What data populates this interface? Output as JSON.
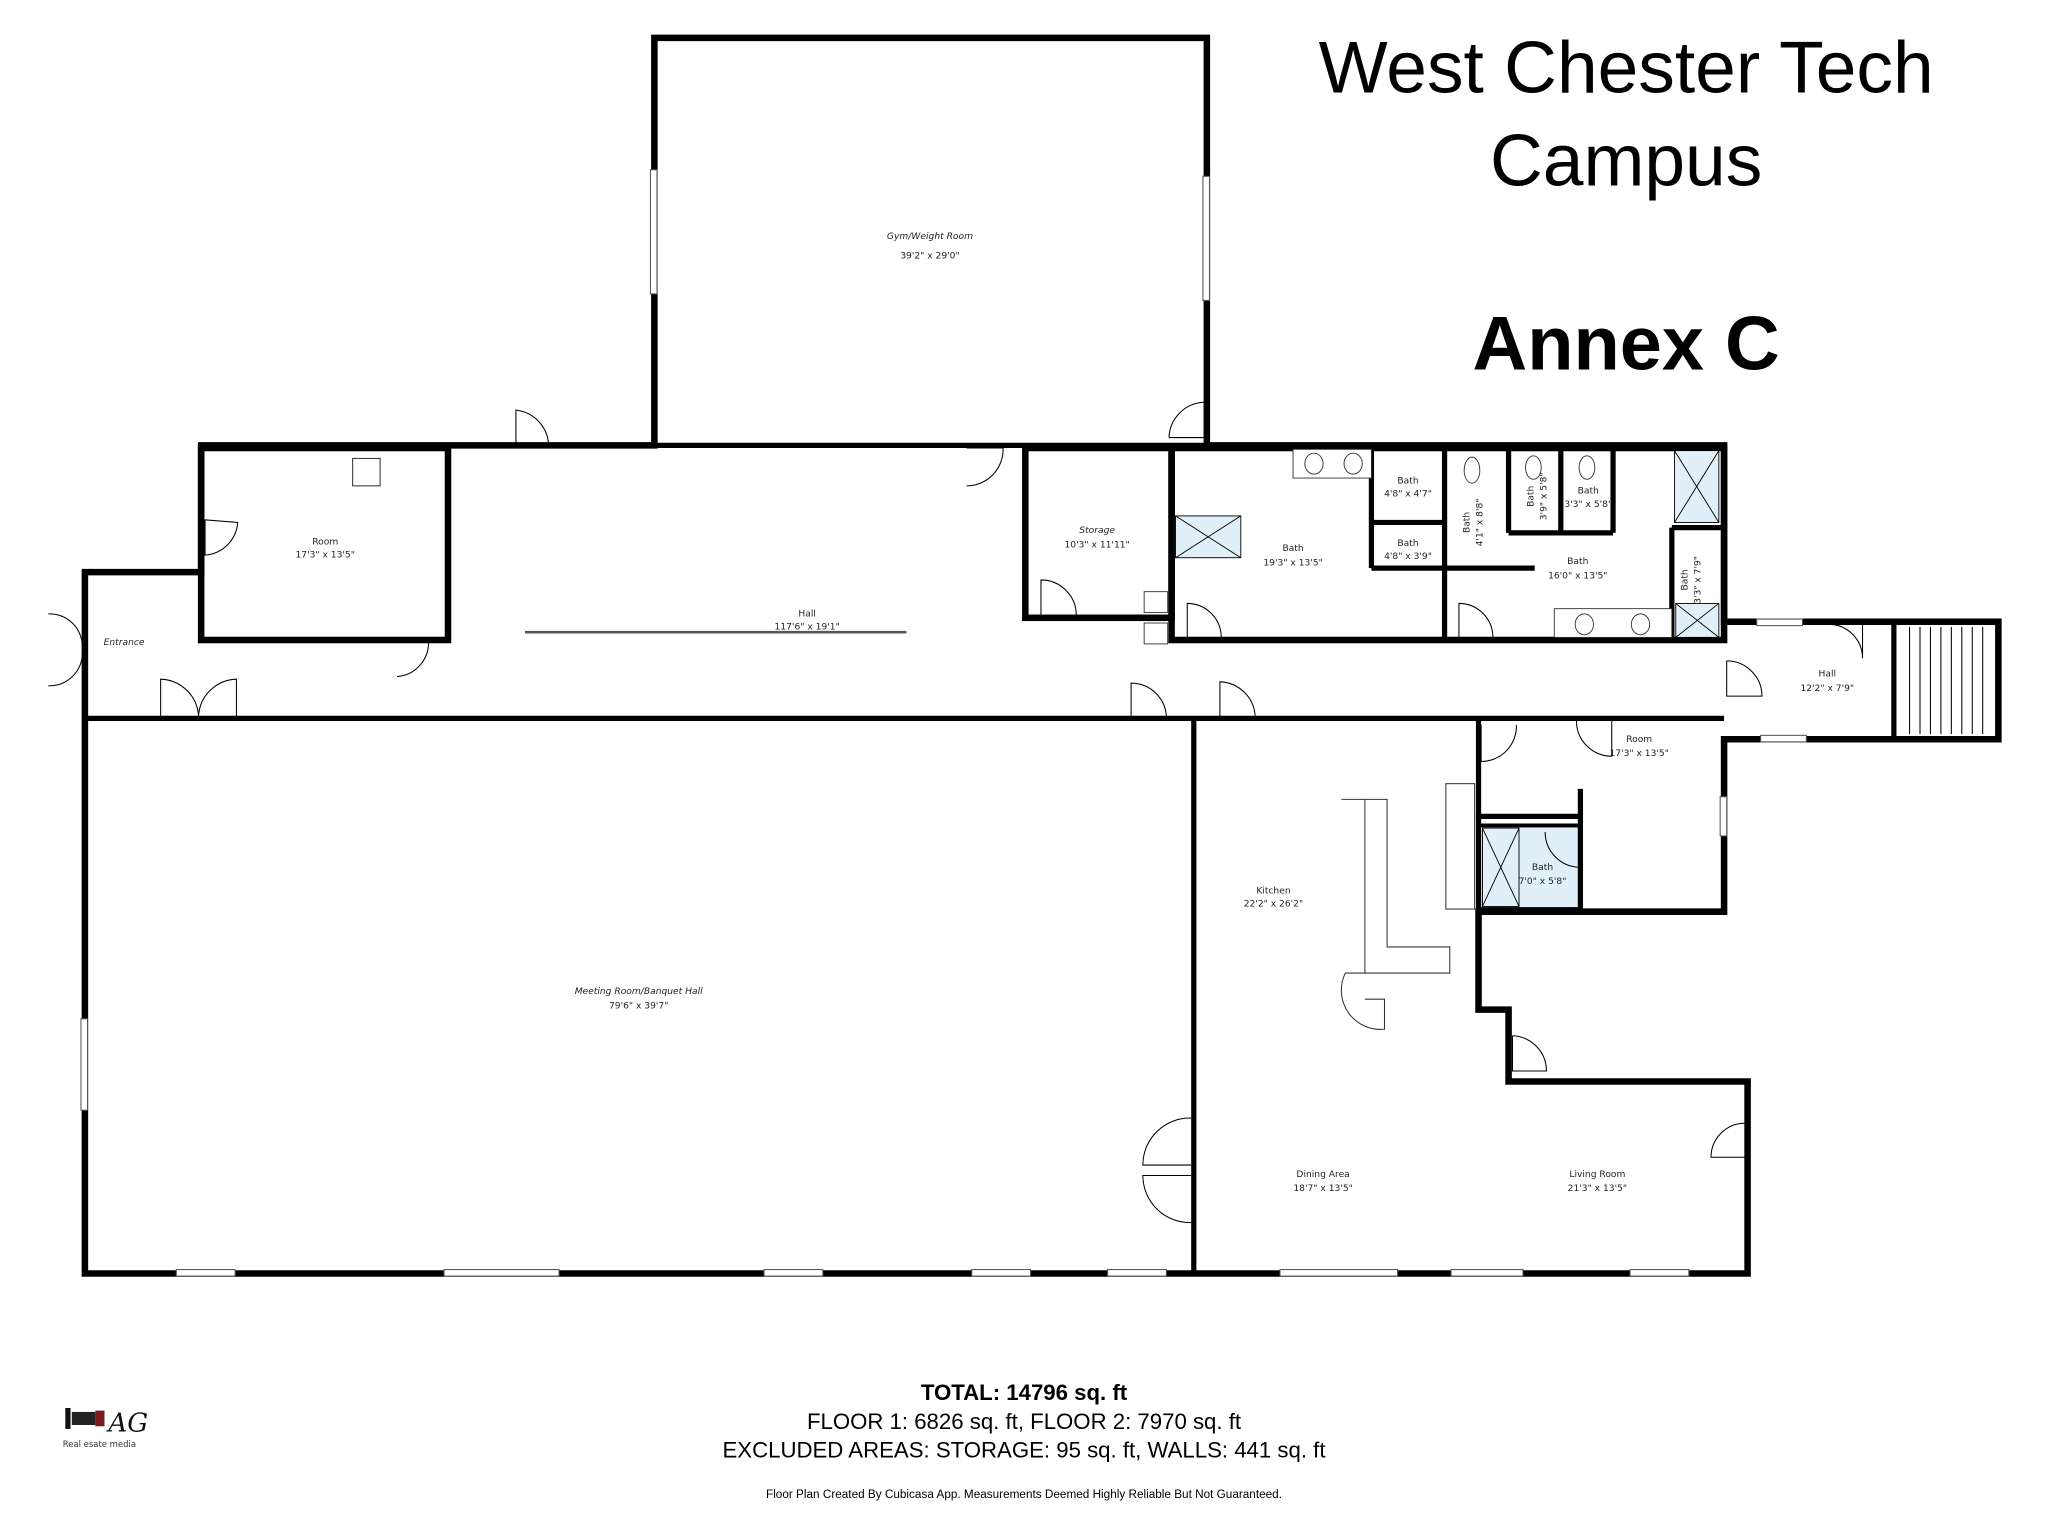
{
  "title": {
    "line1": "West Chester Tech",
    "line2": "Campus",
    "annex": "Annex C"
  },
  "colors": {
    "floor": "#efefef",
    "bath": "#e1f0f8",
    "wall": "#000000"
  },
  "rooms": {
    "gym": {
      "name": "Gym/Weight Room",
      "dims": "39'2\" x 29'0\""
    },
    "room_left": {
      "name": "Room",
      "dims": "17'3\" x 13'5\""
    },
    "entrance": {
      "name": "Entrance"
    },
    "hall": {
      "name": "Hall",
      "dims": "117'6\" x 19'1\""
    },
    "storage": {
      "name": "Storage",
      "dims": "10'3\" x 11'11\""
    },
    "bath_a": {
      "name": "Bath",
      "dims": "19'3\" x 13'5\""
    },
    "bath_b": {
      "name": "Bath",
      "dims": "4'8\" x 4'7\""
    },
    "bath_c": {
      "name": "Bath",
      "dims": "4'8\" x 3'9\""
    },
    "bath_d": {
      "name": "Bath",
      "dims": "4'1\" x 8'8\""
    },
    "bath_e": {
      "name": "Bath",
      "dims": "3'9\" x 5'8\""
    },
    "bath_f": {
      "name": "Bath",
      "dims": "3'3\" x 5'8\""
    },
    "bath_g": {
      "name": "Bath",
      "dims": "16'0\" x 13'5\""
    },
    "bath_h": {
      "name": "Bath",
      "dims": "3'3\" x 7'9\""
    },
    "hall_right": {
      "name": "Hall",
      "dims": "12'2\" x 7'9\""
    },
    "room_right": {
      "name": "Room",
      "dims": "17'3\" x 13'5\""
    },
    "bath_small": {
      "name": "Bath",
      "dims": "7'0\" x 5'8\""
    },
    "kitchen": {
      "name": "Kitchen",
      "dims": "22'2\" x 26'2\""
    },
    "meeting": {
      "name": "Meeting Room/Banquet Hall",
      "dims": "79'6\" x 39'7\""
    },
    "dining": {
      "name": "Dining Area",
      "dims": "18'7\" x 13'5\""
    },
    "living": {
      "name": "Living Room",
      "dims": "21'3\" x 13'5\""
    }
  },
  "footer": {
    "total": "TOTAL: 14796 sq. ft",
    "floors": "FLOOR 1: 6826 sq. ft, FLOOR 2: 7970 sq. ft",
    "excluded": "EXCLUDED AREAS: STORAGE: 95 sq. ft, WALLS: 441 sq. ft",
    "disclaimer": "Floor Plan Created By Cubicasa App. Measurements Deemed Highly Reliable But Not Guaranteed."
  },
  "logo": {
    "mark": "AG",
    "caption": "Real esate media"
  }
}
